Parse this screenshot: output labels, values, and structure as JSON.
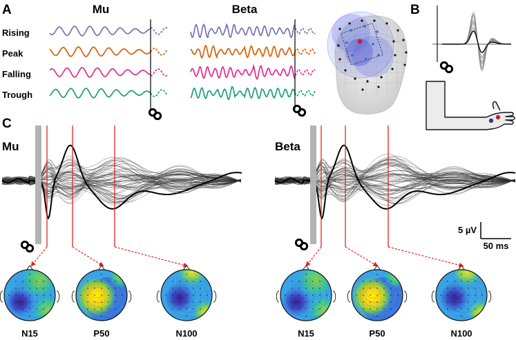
{
  "panels": {
    "A": "A",
    "B": "B",
    "C": "C"
  },
  "panel_a": {
    "columns": [
      "Mu",
      "Beta"
    ],
    "rows": [
      {
        "label": "Rising",
        "color": "#7570b3"
      },
      {
        "label": "Peak",
        "color": "#d95f02"
      },
      {
        "label": "Falling",
        "color": "#e7298a"
      },
      {
        "label": "Trough",
        "color": "#1b9e77"
      }
    ]
  },
  "panel_c": {
    "conditions": [
      "Mu",
      "Beta"
    ],
    "components": [
      "N15",
      "P50",
      "N100"
    ],
    "scale_amplitude": "5 µV",
    "scale_time": "50 ms",
    "marker_color": "#e8211c"
  }
}
